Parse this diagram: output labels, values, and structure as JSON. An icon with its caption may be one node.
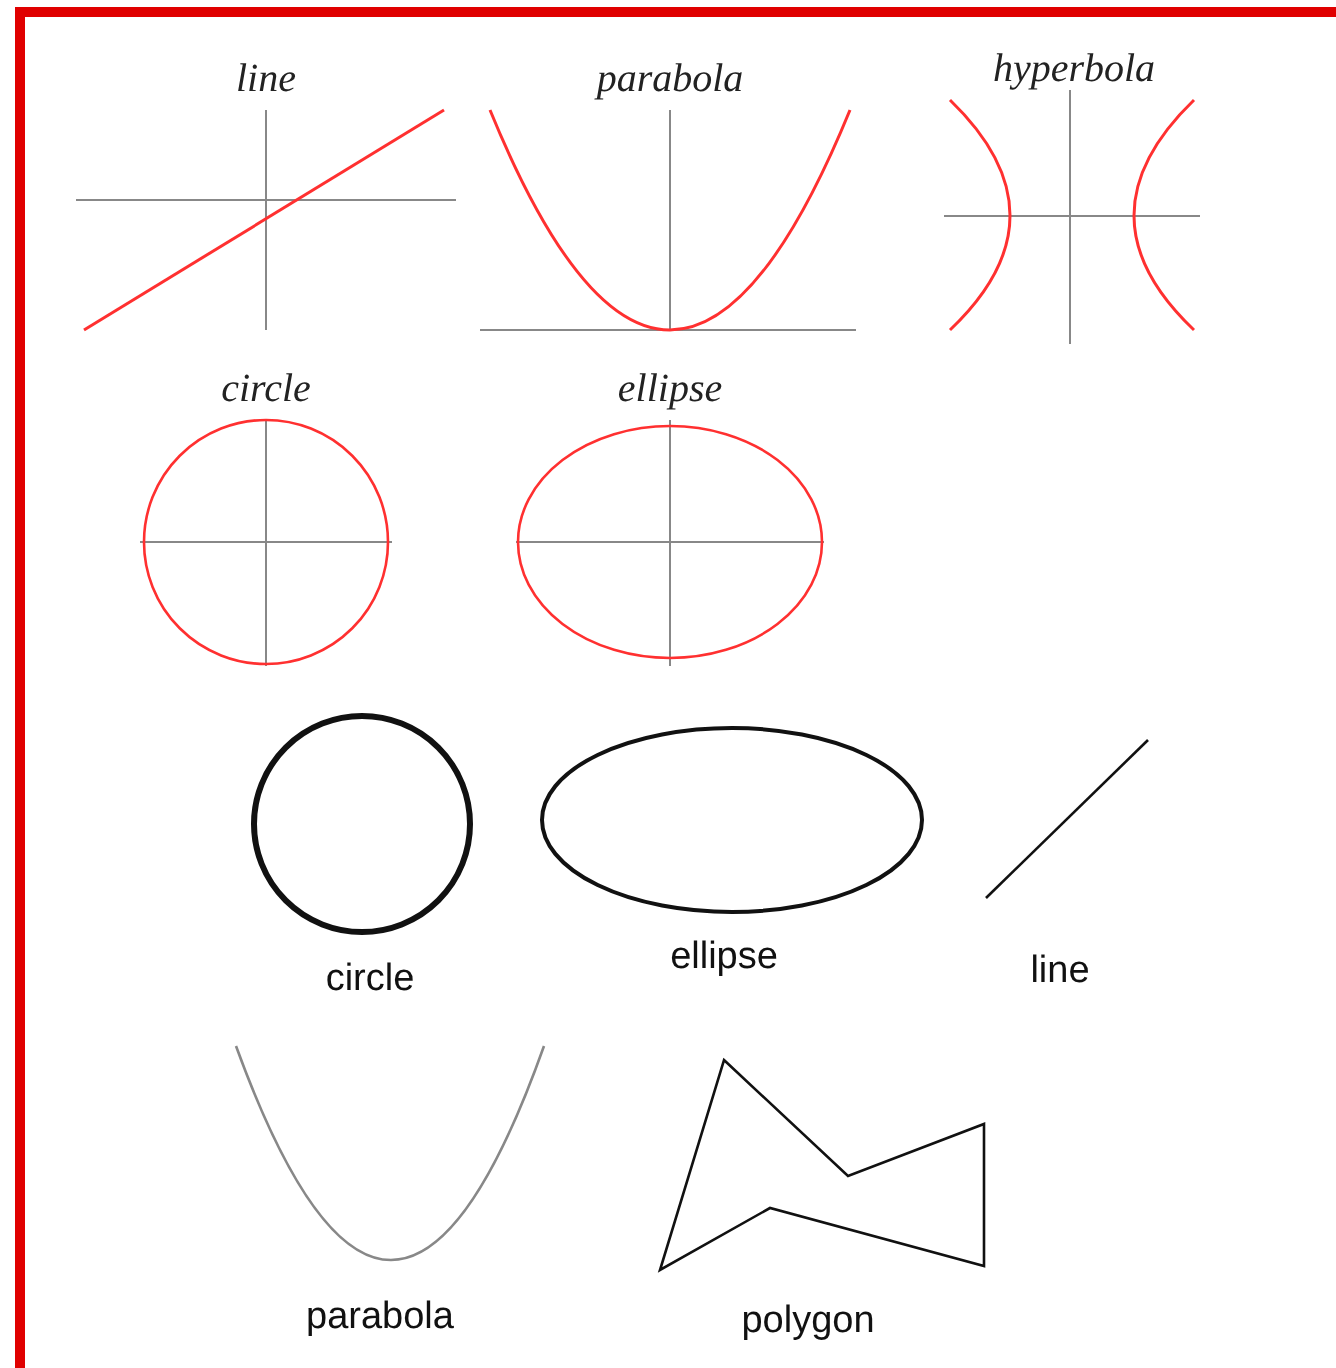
{
  "diagram": {
    "labels": [
      "line",
      "parabola",
      "hyperbola",
      "circle",
      "ellipse",
      "circle",
      "ellipse",
      "line",
      "parabola",
      "polygon"
    ]
  }
}
